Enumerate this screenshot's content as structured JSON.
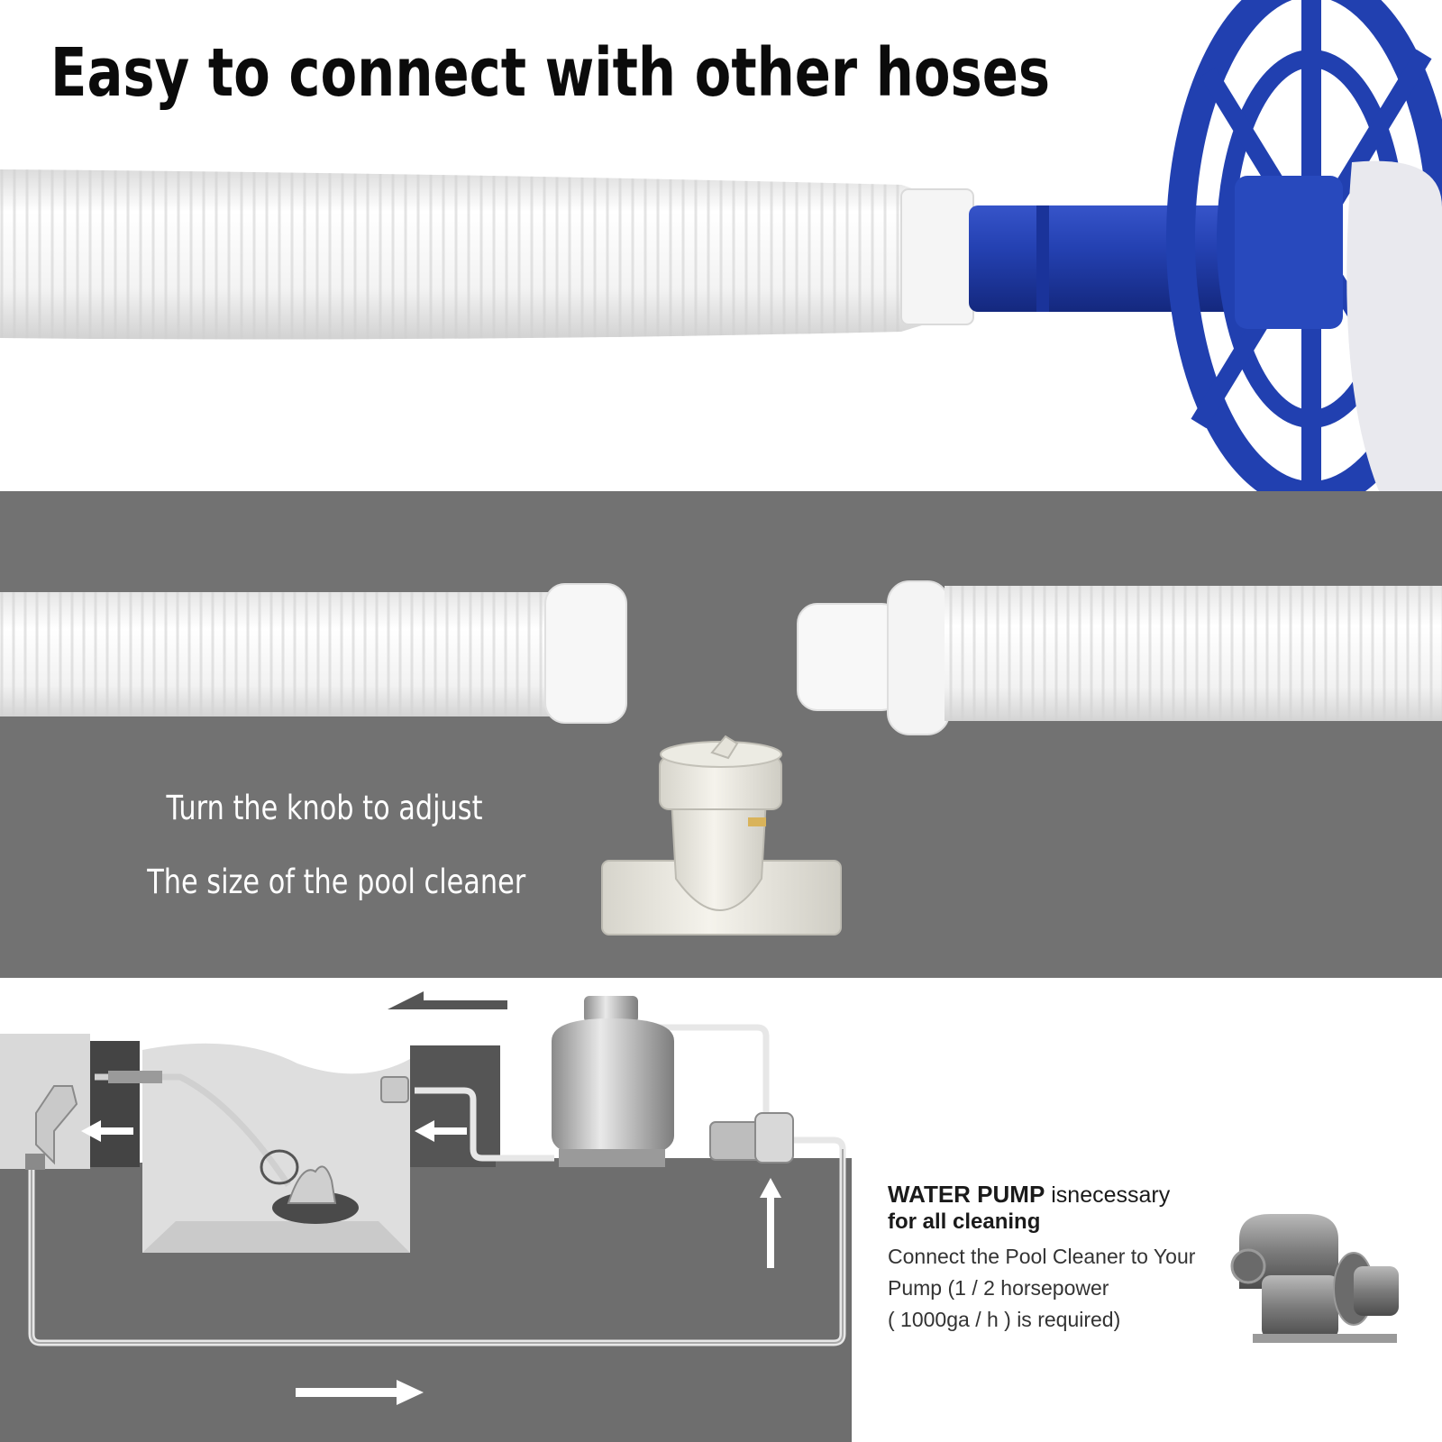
{
  "headline": "Easy to connect with other hoses",
  "valve_caption": {
    "line1": "Turn the knob to adjust",
    "line2": "The size of the pool cleaner"
  },
  "pump_info": {
    "title_em": "WATER PUMP",
    "title_rest": " isnecessary",
    "title_line2": "for all cleaning",
    "body_lines": [
      "Connect the Pool Cleaner to Your",
      "Pump (1 / 2 horsepower",
      "( 1000ga / h ) is required)"
    ]
  },
  "colors": {
    "accent_blue": "#1f3fae",
    "gray_band": "#727272",
    "hose_white": "#f1f1f1"
  }
}
